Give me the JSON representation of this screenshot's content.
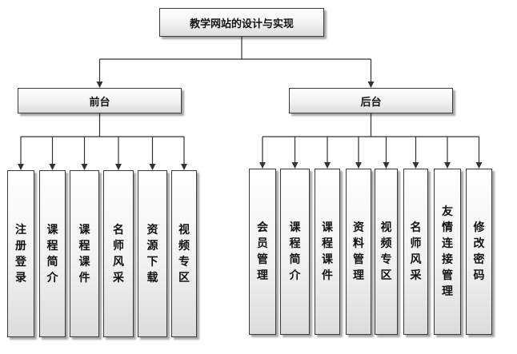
{
  "diagram": {
    "root": {
      "label": "教学网站的设计与实现"
    },
    "branches": [
      {
        "label": "前台",
        "children": [
          "注册登录",
          "课程简介",
          "课程课件",
          "名师风采",
          "资源下载",
          "视频专区"
        ]
      },
      {
        "label": "后台",
        "children": [
          "会员管理",
          "课程简介",
          "课程课件",
          "资料管理",
          "视频专区",
          "名师风采",
          "友情连接管理",
          "修改密码"
        ]
      }
    ]
  }
}
